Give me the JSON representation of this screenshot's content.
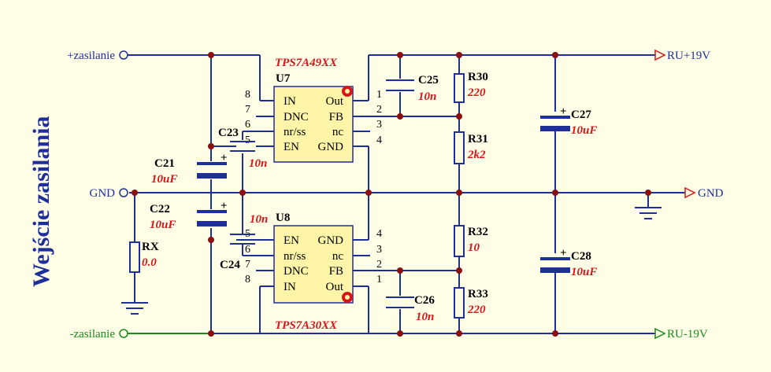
{
  "title": "Wejście zasilania",
  "nets": {
    "plus_in": "+zasilanie",
    "minus_in": "-zasilanie",
    "gnd_in": "GND",
    "gnd_out": "GND",
    "out_pos": "RU+19V",
    "out_neg": "RU-19V"
  },
  "ics": {
    "u7": {
      "ref": "U7",
      "part": "TPS7A49XX",
      "left_pins": [
        {
          "num": "8",
          "name": "IN"
        },
        {
          "num": "7",
          "name": "DNC"
        },
        {
          "num": "6",
          "name": "nr/ss"
        },
        {
          "num": "5",
          "name": "EN"
        }
      ],
      "right_pins": [
        {
          "num": "1",
          "name": "Out"
        },
        {
          "num": "2",
          "name": "FB"
        },
        {
          "num": "3",
          "name": "nc"
        },
        {
          "num": "4",
          "name": "GND"
        }
      ]
    },
    "u8": {
      "ref": "U8",
      "part": "TPS7A30XX",
      "left_pins": [
        {
          "num": "5",
          "name": "EN"
        },
        {
          "num": "6",
          "name": "nr/ss"
        },
        {
          "num": "7",
          "name": "DNC"
        },
        {
          "num": "8",
          "name": "IN"
        }
      ],
      "right_pins": [
        {
          "num": "4",
          "name": "GND"
        },
        {
          "num": "3",
          "name": "nc"
        },
        {
          "num": "2",
          "name": "FB"
        },
        {
          "num": "1",
          "name": "Out"
        }
      ]
    }
  },
  "components": {
    "c21": {
      "ref": "C21",
      "value": "10uF"
    },
    "c22": {
      "ref": "C22",
      "value": "10uF"
    },
    "c23": {
      "ref": "C23",
      "value": "10n"
    },
    "c24": {
      "ref": "C24",
      "value": "10n"
    },
    "c25": {
      "ref": "C25",
      "value": "10n"
    },
    "c26": {
      "ref": "C26",
      "value": "10n"
    },
    "c27": {
      "ref": "C27",
      "value": "10uF"
    },
    "c28": {
      "ref": "C28",
      "value": "10uF"
    },
    "r30": {
      "ref": "R30",
      "value": "220"
    },
    "r31": {
      "ref": "R31",
      "value": "2k2"
    },
    "r32": {
      "ref": "R32",
      "value": "10"
    },
    "r33": {
      "ref": "R33",
      "value": "220"
    },
    "rx": {
      "ref": "RX",
      "value": "0.0"
    }
  },
  "polarity_mark": "+",
  "colors": {
    "wire": "#1f2f9a",
    "wire_negative": "#1a8a1a",
    "ic_fill": "#fff5a8",
    "value_text": "#d8161a",
    "junction": "#8a1010",
    "background": "#fefde6"
  }
}
